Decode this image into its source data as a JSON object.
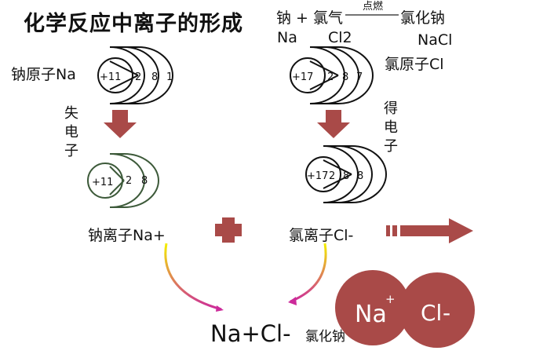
{
  "title": "化学反应中离子的形成",
  "equation": {
    "left": "钠 + 氯气",
    "condition": "点燃",
    "right": "氯化钠",
    "formula_na": "Na",
    "formula_cl": "Cl2",
    "formula_product": "NaCl"
  },
  "labels": {
    "sodium_atom": "钠原子Na",
    "chlorine_atom": "氯原子Cl",
    "lose_electron": "失电子",
    "gain_electron": "得电子",
    "sodium_ion": "钠离子Na+",
    "chlorine_ion": "氯离子Cl-",
    "result_formula": "Na+Cl-",
    "result_name": "氯化钠"
  },
  "atoms": {
    "na_atom": {
      "nucleus": "+11",
      "shells": [
        "2",
        "8",
        "1"
      ]
    },
    "cl_atom": {
      "nucleus": "+17",
      "shells": [
        "2",
        "8",
        "7"
      ]
    },
    "na_ion": {
      "nucleus": "+11",
      "shells": [
        "2",
        "8"
      ]
    },
    "cl_ion": {
      "nucleus": "+17",
      "shells": [
        "2",
        "8",
        "8"
      ]
    }
  },
  "ions": {
    "na": {
      "symbol": "Na",
      "charge": "+"
    },
    "cl": {
      "symbol": "Cl",
      "charge": "-"
    }
  },
  "colors": {
    "arrow": "#a94a48",
    "ion_ball": "#a94a48",
    "plus": "#a94a48",
    "curve_start": "#f4f000",
    "curve_end": "#cc2a9a",
    "na_ion_stroke": "#3d5a3a"
  }
}
